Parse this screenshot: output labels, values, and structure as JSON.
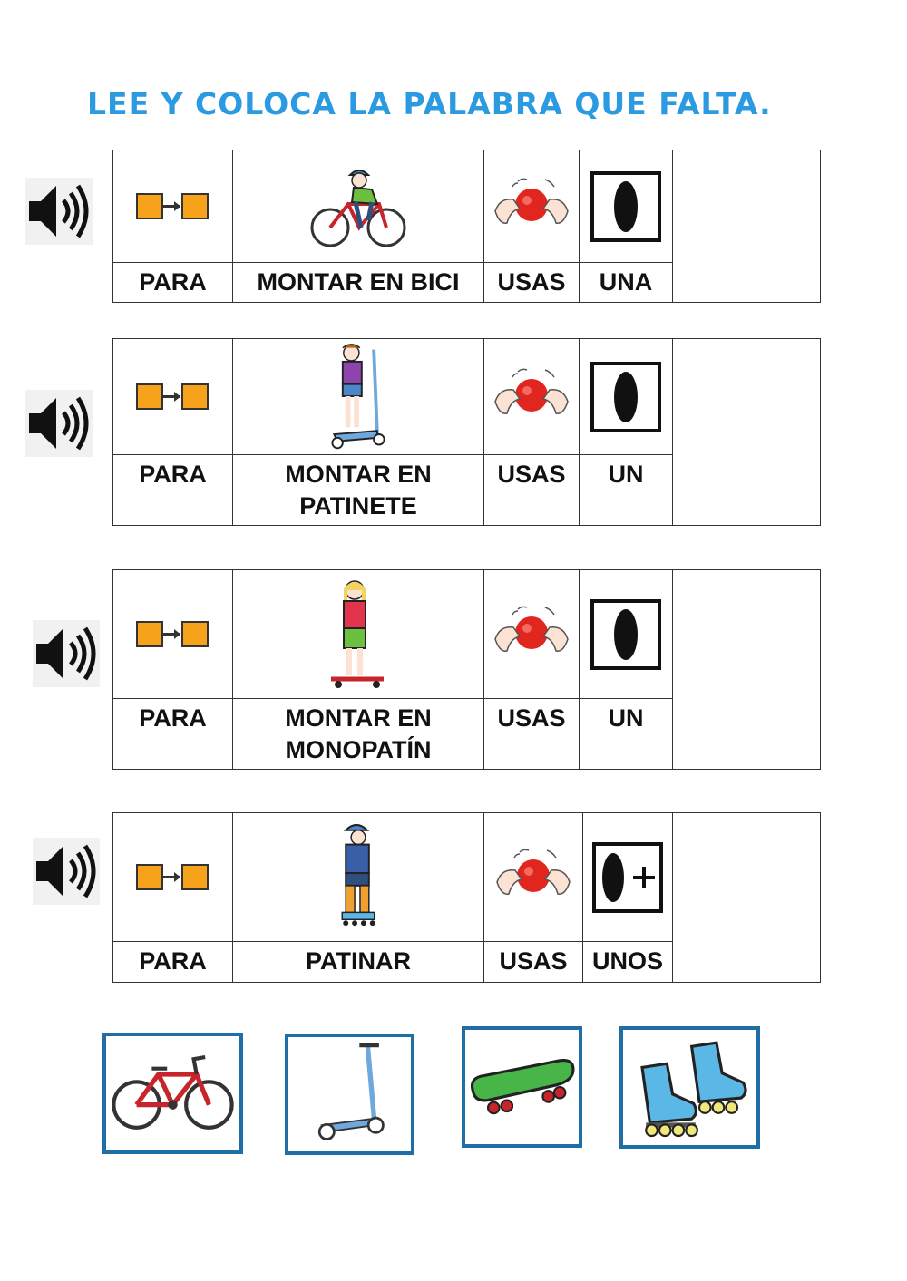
{
  "title": "LEE Y COLOCA LA PALABRA QUE FALTA.",
  "rows": [
    {
      "w1": "PARA",
      "w2": "MONTAR EN BICI",
      "w3": "USAS",
      "w4": "UNA",
      "answer": ""
    },
    {
      "w1": "PARA",
      "w2": "MONTAR EN PATINETE",
      "w3": "USAS",
      "w4": "UN",
      "answer": ""
    },
    {
      "w1": "PARA",
      "w2": "MONTAR EN MONOPATÍN",
      "w3": "USAS",
      "w4": "UN",
      "answer": ""
    },
    {
      "w1": "PARA",
      "w2": "PATINAR",
      "w3": "USAS",
      "w4": "UNOS",
      "answer": ""
    }
  ],
  "icons": {
    "speaker": "speaker-icon",
    "purpose": "para-pictogram-icon",
    "use": "usar-pictogram-icon",
    "article_singular": "article-singular-icon",
    "article_plural": "article-plural-icon"
  },
  "choices": [
    "bicycle-card",
    "scooter-card",
    "skateboard-card",
    "roller-skates-card"
  ],
  "colors": {
    "title": "#2b9ae0",
    "card_border": "#1f6fa6",
    "pictogram_orange": "#f7a21b"
  }
}
